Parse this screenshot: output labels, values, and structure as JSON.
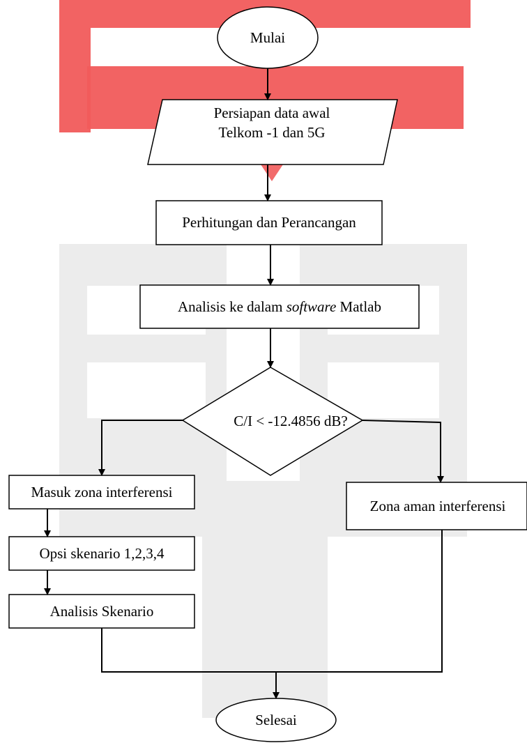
{
  "diagram": {
    "type": "flowchart",
    "nodes": {
      "start": {
        "label": "Mulai"
      },
      "input": {
        "line1": "Persiapan data awal",
        "line2": "Telkom -1 dan 5G"
      },
      "calc": {
        "label": "Perhitungan dan Perancangan"
      },
      "analysis": {
        "prefix": "Analisis ke dalam ",
        "emph": "software",
        "suffix": " Matlab"
      },
      "decision": {
        "label": "C/I < -12.4856 dB?"
      },
      "interference": {
        "label": "Masuk zona interferensi"
      },
      "scenario_opt": {
        "label": "Opsi skenario 1,2,3,4"
      },
      "scenario_analysis": {
        "label": "Analisis Skenario"
      },
      "safe": {
        "label": "Zona aman interferensi"
      },
      "end": {
        "label": "Selesai"
      }
    },
    "colors": {
      "stroke": "#000000",
      "watermark_red": "#f15b5b",
      "watermark_gray": "#ececec"
    }
  }
}
